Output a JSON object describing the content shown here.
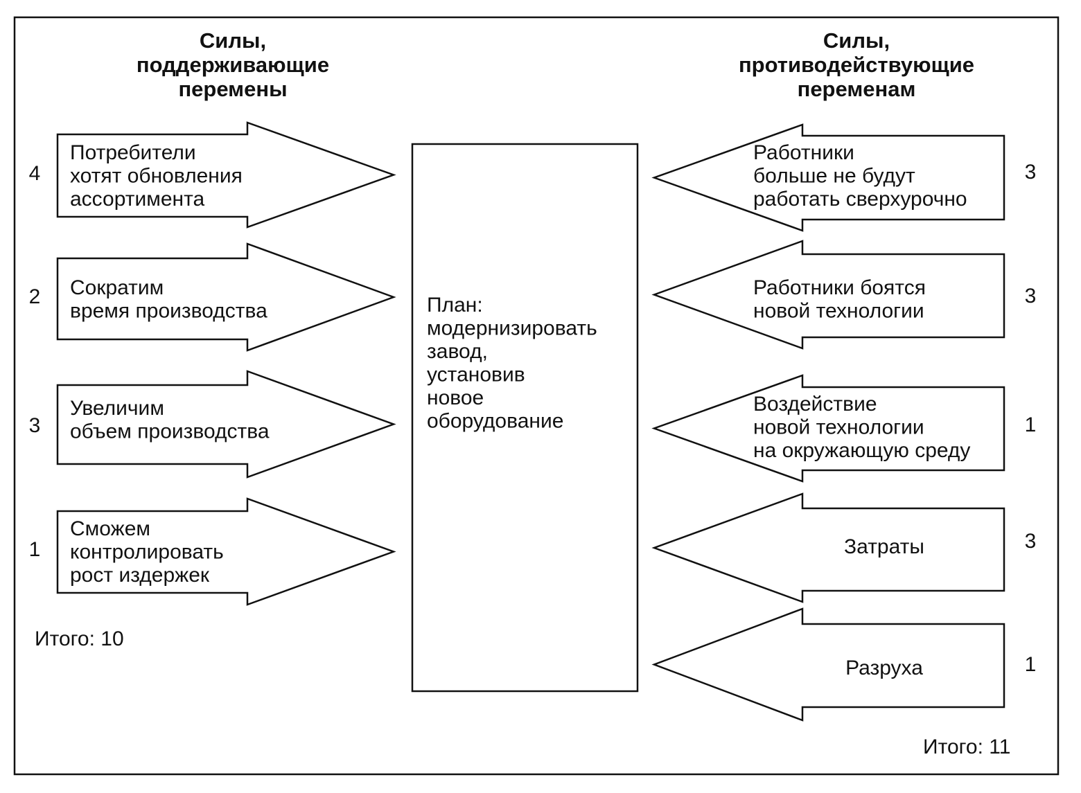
{
  "center_box": {
    "lines": [
      "План:",
      "модернизировать",
      "завод,",
      "установив",
      "новое",
      "оборудование"
    ]
  },
  "left": {
    "title": [
      "Силы,",
      "поддерживающие",
      "перемены"
    ],
    "forces": [
      {
        "lines": [
          "Потребители",
          "хотят обновления",
          "ассортимента"
        ],
        "score": "4"
      },
      {
        "lines": [
          "Сократим",
          "время производства"
        ],
        "score": "2"
      },
      {
        "lines": [
          "Увеличим",
          "объем производства"
        ],
        "score": "3"
      },
      {
        "lines": [
          "Сможем",
          "контролировать",
          "рост издержек"
        ],
        "score": "1"
      }
    ],
    "total": "Итого: 10"
  },
  "right": {
    "title": [
      "Силы,",
      "противодействующие",
      "переменам"
    ],
    "forces": [
      {
        "lines": [
          "Работники",
          "больше не будут",
          "работать сверхурочно"
        ],
        "score": "3"
      },
      {
        "lines": [
          "Работники боятся",
          "новой технологии"
        ],
        "score": "3"
      },
      {
        "lines": [
          "Воздействие",
          "новой технологии",
          "на окружающую среду"
        ],
        "score": "1"
      },
      {
        "lines": [
          "Затраты"
        ],
        "score": "3"
      },
      {
        "lines": [
          "Разруха"
        ],
        "score": "1"
      }
    ],
    "total": "Итого: 11"
  }
}
